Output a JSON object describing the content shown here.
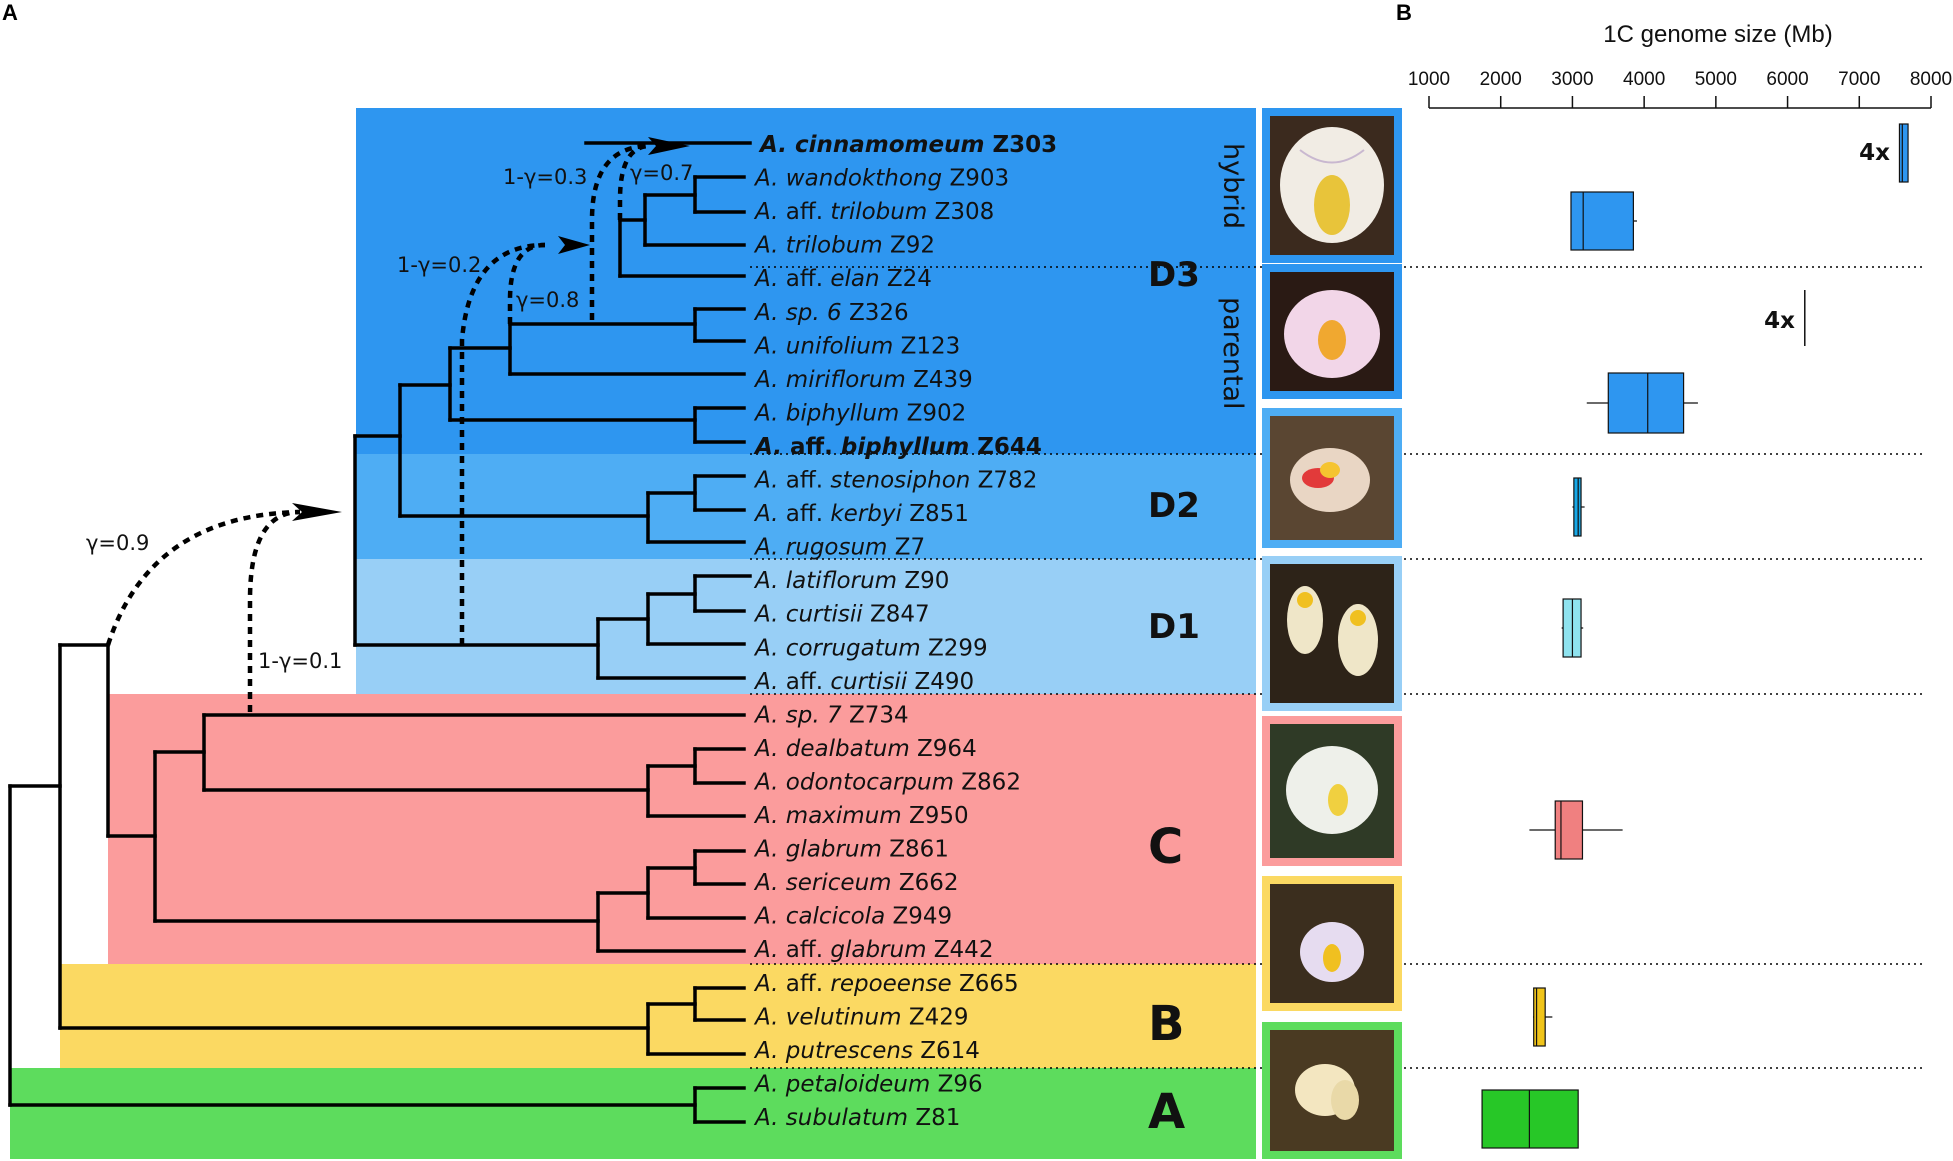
{
  "panel_labels": {
    "a": "A",
    "b": "B"
  },
  "colors": {
    "D3": "#2e96f0",
    "D2": "#4eadf4",
    "D1": "#98cff6",
    "C": "#fb9c9c",
    "B": "#fbd962",
    "A": "#5ddc5d"
  },
  "clades": [
    {
      "id": "D3",
      "label": "D3"
    },
    {
      "id": "D2",
      "label": "D2"
    },
    {
      "id": "D1",
      "label": "D1"
    },
    {
      "id": "C",
      "label": "C"
    },
    {
      "id": "B",
      "label": "B"
    },
    {
      "id": "A",
      "label": "A"
    }
  ],
  "d3_sublabels": {
    "hybrid": "hybrid",
    "parental": "parental"
  },
  "taxa": [
    {
      "genus": "A.",
      "epithet": "cinnamomeum",
      "code": "Z303",
      "bold": true
    },
    {
      "genus": "A.",
      "epithet": "wandokthong",
      "code": "Z903"
    },
    {
      "genus": "A. aff.",
      "epithet": "trilobum",
      "code": "Z308"
    },
    {
      "genus": "A.",
      "epithet": "trilobum",
      "code": "Z92"
    },
    {
      "genus": "A. aff.",
      "epithet": "elan",
      "code": "Z24"
    },
    {
      "genus": "A.",
      "epithet": "sp. 6",
      "code": "Z326"
    },
    {
      "genus": "A.",
      "epithet": "unifolium",
      "code": "Z123"
    },
    {
      "genus": "A.",
      "epithet": "miriflorum",
      "code": "Z439"
    },
    {
      "genus": "A.",
      "epithet": "biphyllum",
      "code": "Z902"
    },
    {
      "genus": "A. aff.",
      "epithet": "biphyllum",
      "code": "Z644",
      "bold": true
    },
    {
      "genus": "A. aff.",
      "epithet": "stenosiphon",
      "code": "Z782"
    },
    {
      "genus": "A. aff.",
      "epithet": "kerbyi",
      "code": "Z851"
    },
    {
      "genus": "A.",
      "epithet": "rugosum",
      "code": "Z7"
    },
    {
      "genus": "A.",
      "epithet": "latiflorum",
      "code": "Z90"
    },
    {
      "genus": "A.",
      "epithet": "curtisii",
      "code": "Z847"
    },
    {
      "genus": "A.",
      "epithet": "corrugatum",
      "code": "Z299"
    },
    {
      "genus": "A. aff.",
      "epithet": "curtisii",
      "code": "Z490"
    },
    {
      "genus": "A.",
      "epithet": "sp. 7",
      "code": "Z734"
    },
    {
      "genus": "A.",
      "epithet": "dealbatum",
      "code": "Z964"
    },
    {
      "genus": "A.",
      "epithet": "odontocarpum",
      "code": "Z862"
    },
    {
      "genus": "A.",
      "epithet": "maximum",
      "code": "Z950"
    },
    {
      "genus": "A.",
      "epithet": "glabrum",
      "code": "Z861"
    },
    {
      "genus": "A.",
      "epithet": "sericeum",
      "code": "Z662"
    },
    {
      "genus": "A.",
      "epithet": "calcicola",
      "code": "Z949"
    },
    {
      "genus": "A. aff.",
      "epithet": "glabrum",
      "code": "Z442"
    },
    {
      "genus": "A. aff.",
      "epithet": "repoeense",
      "code": "Z665"
    },
    {
      "genus": "A.",
      "epithet": "velutinum",
      "code": "Z429"
    },
    {
      "genus": "A.",
      "epithet": "putrescens",
      "code": "Z614"
    },
    {
      "genus": "A.",
      "epithet": "petaloideum",
      "code": "Z96"
    },
    {
      "genus": "A.",
      "epithet": "subulatum",
      "code": "Z81"
    }
  ],
  "gamma_labels": {
    "g09": "γ=0.9",
    "g01": "1-γ=0.1",
    "g02": "1-γ=0.2",
    "g08": "γ=0.8",
    "g03": "1-γ=0.3",
    "g07": "γ=0.7"
  },
  "genome_size": {
    "title": "1C genome size (Mb)",
    "ticks": [
      1000,
      2000,
      3000,
      4000,
      5000,
      6000,
      7000,
      8000
    ],
    "boxes": [
      {
        "group": "D3 hybrid 4x",
        "color": "#2e96f0",
        "min": 7560,
        "q1": 7560,
        "median": 7600,
        "q3": 7680,
        "max": 7680
      },
      {
        "group": "D3 hybrid",
        "color": "#2e96f0",
        "min": 2980,
        "q1": 2980,
        "median": 3150,
        "q3": 3850,
        "max": 3900
      },
      {
        "group": "D3 parental 4x",
        "color": "#2e96f0",
        "min": 6240,
        "q1": 6240,
        "median": 6240,
        "q3": 6240,
        "max": 6240
      },
      {
        "group": "D3 parental",
        "color": "#2e96f0",
        "min": 3200,
        "q1": 3500,
        "median": 4050,
        "q3": 4550,
        "max": 4750
      },
      {
        "group": "D2",
        "color": "#18a8e6",
        "min": 3000,
        "q1": 3020,
        "median": 3080,
        "q3": 3120,
        "max": 3170
      },
      {
        "group": "D1",
        "color": "#8fe3ef",
        "min": 2850,
        "q1": 2870,
        "median": 3000,
        "q3": 3120,
        "max": 3150
      },
      {
        "group": "C",
        "color": "#f08080",
        "min": 2400,
        "q1": 2760,
        "median": 2840,
        "q3": 3140,
        "max": 3700
      },
      {
        "group": "B",
        "color": "#f0c41a",
        "min": 2450,
        "q1": 2460,
        "median": 2500,
        "q3": 2620,
        "max": 2720
      },
      {
        "group": "A",
        "color": "#27c727",
        "min": 1740,
        "q1": 1740,
        "median": 2400,
        "q3": 3080,
        "max": 3080
      }
    ],
    "ploidy_labels": [
      "4x",
      "4x"
    ]
  }
}
